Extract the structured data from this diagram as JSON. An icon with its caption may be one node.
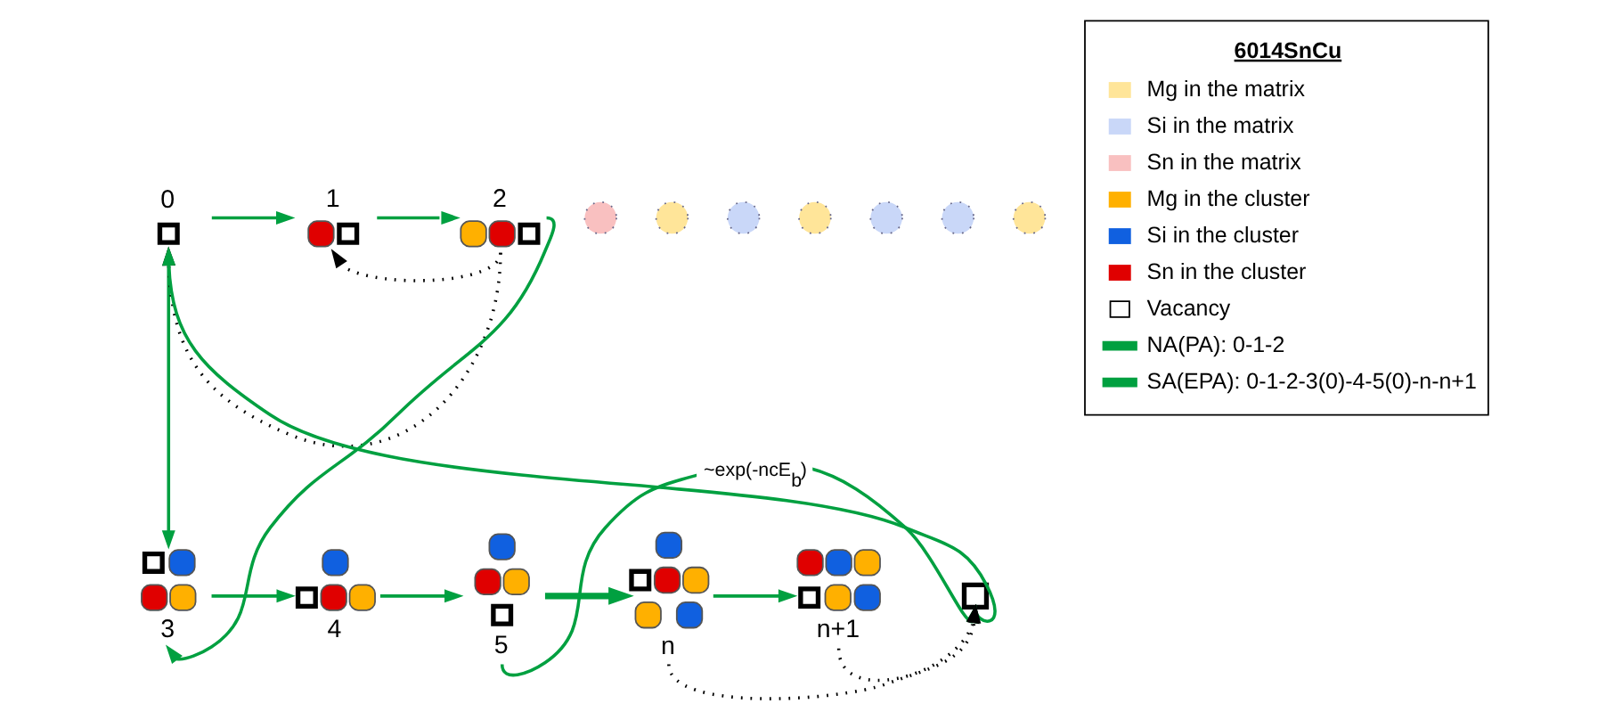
{
  "diagram": {
    "nodes": [
      {
        "text": [
          "0"
        ]
      },
      {
        "text": [
          "1"
        ]
      },
      {
        "text": [
          "2"
        ]
      },
      {
        "text": [],
        "shape": "circle"
      },
      {
        "text": [],
        "shape": "circle"
      },
      {
        "text": [],
        "shape": "circle"
      },
      {
        "text": [],
        "shape": "circle"
      },
      {
        "text": [],
        "shape": "circle"
      },
      {
        "text": [],
        "shape": "circle"
      },
      {
        "text": [],
        "shape": "circle"
      },
      {
        "text": [],
        "shape": "box"
      },
      {
        "text": [
          "3"
        ]
      },
      {
        "text": [
          "4"
        ]
      },
      {
        "text": [
          "5"
        ]
      },
      {
        "text": [
          "n"
        ]
      },
      {
        "text": [
          "n+1"
        ]
      }
    ],
    "edges": [
      {
        "from": 10,
        "to": 0,
        "arrow": "to"
      },
      {
        "from": 0,
        "to": 1,
        "arrow": "to"
      },
      {
        "from": 1,
        "to": 2,
        "arrow": "to"
      },
      {
        "from": 2,
        "to": 0,
        "arrow": "to",
        "style": "dashed",
        "color": "#000000"
      },
      {
        "from": 2,
        "to": 1,
        "arrow": "to",
        "style": "dashed",
        "color": "#000000"
      },
      {
        "from": 0,
        "to": 11,
        "arrow": "to"
      },
      {
        "from": 11,
        "to": 12,
        "arrow": "to"
      },
      {
        "from": 12,
        "to": 13,
        "arrow": "to"
      },
      {
        "from": 13,
        "to": 14,
        "arrow": "to",
        "style": "thick"
      },
      {
        "from": 14,
        "to": 15,
        "arrow": "to"
      },
      {
        "from": 2,
        "to": 11,
        "arrow": "to"
      },
      {
        "from": 13,
        "to": 10,
        "arrow": "to",
        "label": "~exp(-ncE$_{b}$)"
      },
      {
        "from": 14,
        "to": 10,
        "arrow": "to",
        "style": "dashed",
        "color": "#000000"
      },
      {
        "from": 15,
        "to": 10,
        "arrow": "to",
        "style": "dashed",
        "color": "#000000"
      }
    ],
    "labels": [
      "6014SnCu"
    ],
    "legend": [
      {
        "text": "Mg in the matrix",
        "color": "#ffe599"
      },
      {
        "text": "Si in the matrix",
        "color": "#c9d7f8"
      },
      {
        "text": "Sn in the matrix",
        "color": "#f9c0c0"
      },
      {
        "text": "Mg in the cluster",
        "color": "#ffb000"
      },
      {
        "text": "Si in the cluster",
        "color": "#1060e0"
      },
      {
        "text": "Sn in the cluster",
        "color": "#e00000"
      },
      {
        "text": "Vacancy"
      },
      {
        "text": "NA(PA): 0-1-2"
      },
      {
        "text": "SA(EPA): 0-1-2-3(0)-4-5(0)-n-n+1"
      }
    ]
  }
}
